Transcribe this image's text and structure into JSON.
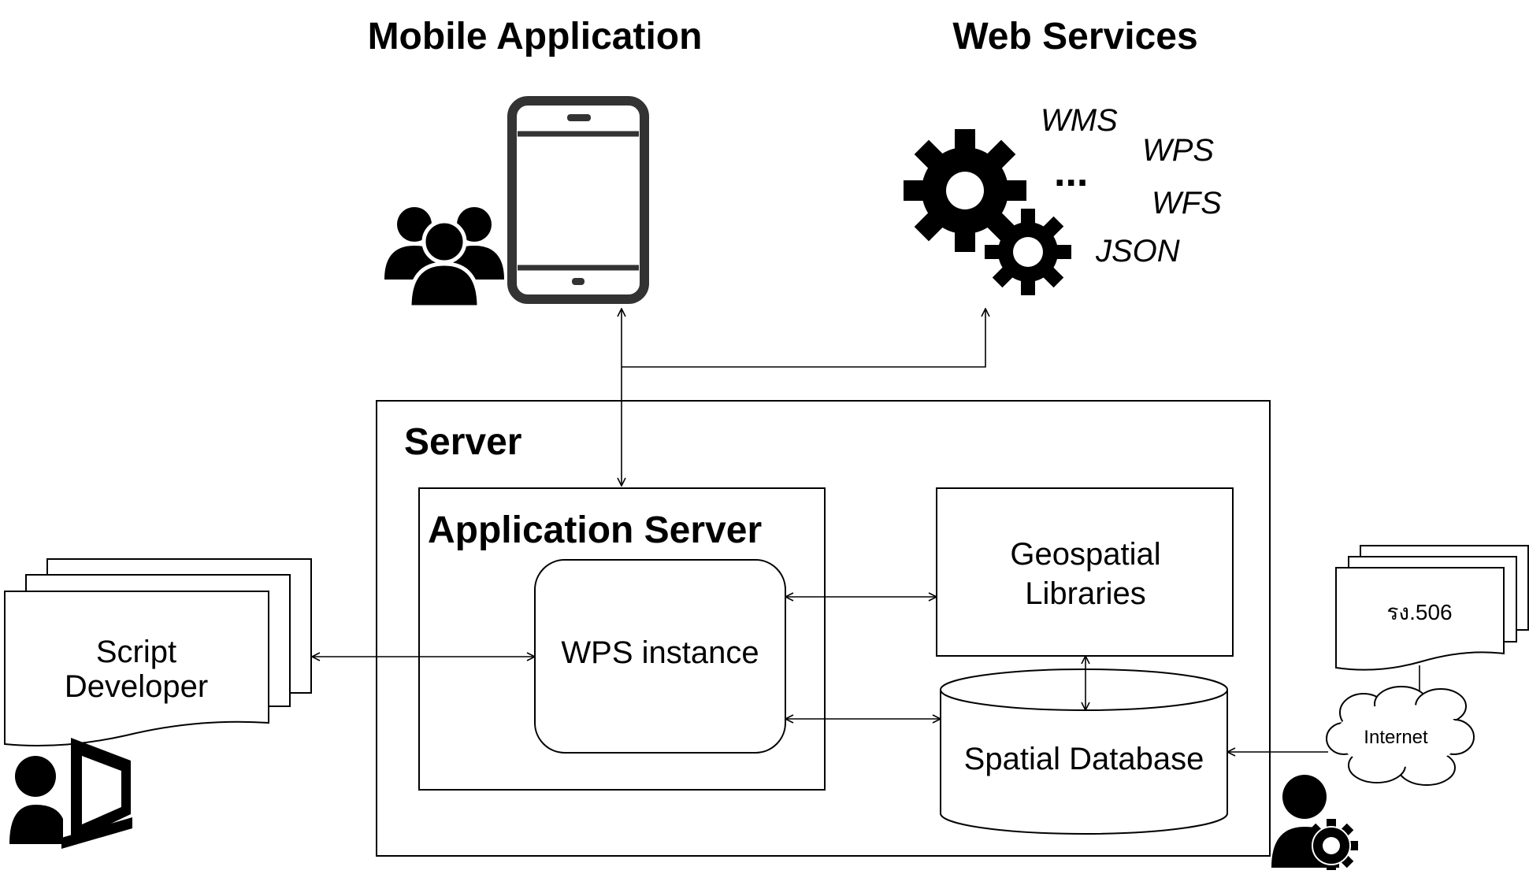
{
  "headings": {
    "mobile_application": "Mobile Application",
    "web_services": "Web Services",
    "server": "Server",
    "application_server": "Application Server"
  },
  "web_services_list": {
    "wms": "WMS",
    "wps": "WPS",
    "ellipsis": "...",
    "wfs": "WFS",
    "json": "JSON"
  },
  "boxes": {
    "wps_instance": "WPS instance",
    "geospatial_line1": "Geospatial",
    "geospatial_line2": "Libraries",
    "spatial_database": "Spatial Database",
    "script_line1": "Script",
    "script_line2": "Developer",
    "document_label": "รง.506",
    "internet": "Internet"
  },
  "icons": [
    "users-icon",
    "smartphone-icon",
    "gears-icon",
    "developer-laptop-icon",
    "admin-gear-icon"
  ],
  "colors": {
    "stroke": "#000000",
    "background": "#ffffff"
  }
}
